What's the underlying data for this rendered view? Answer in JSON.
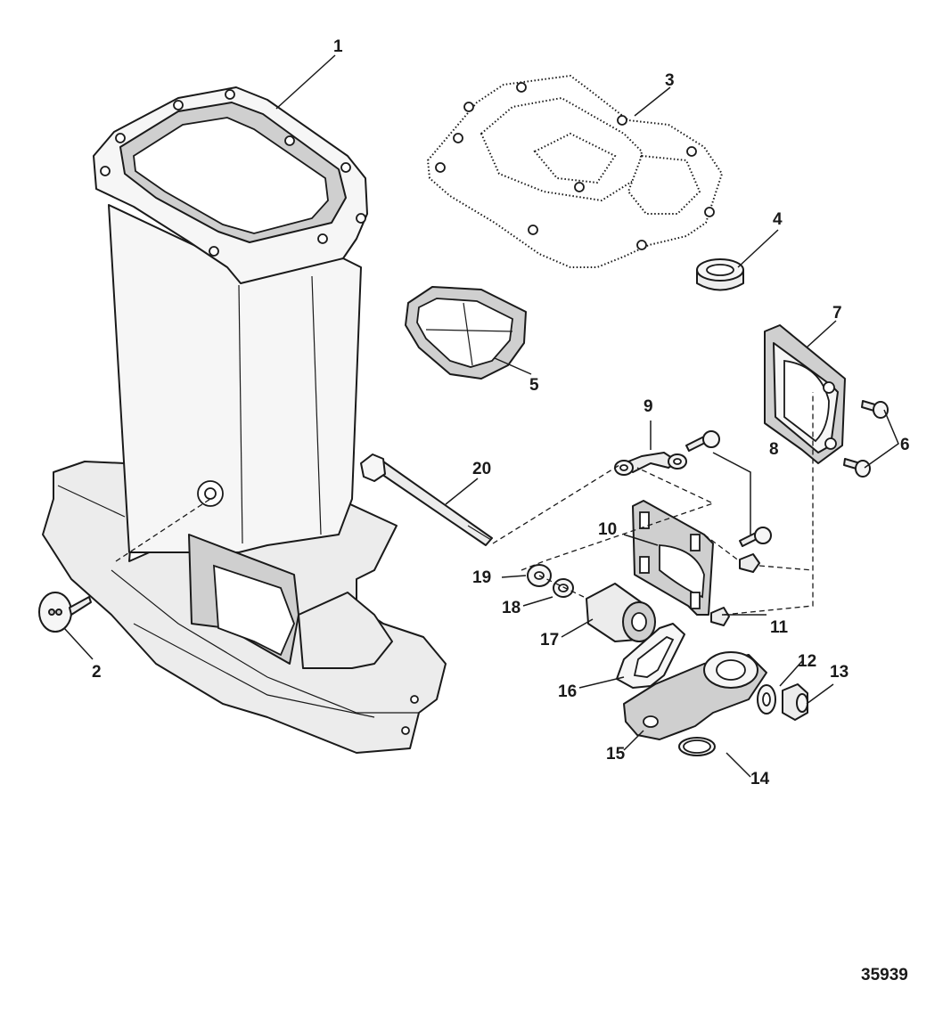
{
  "figure_id": "35939",
  "callouts": [
    {
      "id": "1",
      "label": "1"
    },
    {
      "id": "2",
      "label": "2"
    },
    {
      "id": "3",
      "label": "3"
    },
    {
      "id": "4",
      "label": "4"
    },
    {
      "id": "5",
      "label": "5"
    },
    {
      "id": "6",
      "label": "6"
    },
    {
      "id": "7",
      "label": "7"
    },
    {
      "id": "8",
      "label": "8"
    },
    {
      "id": "9",
      "label": "9"
    },
    {
      "id": "10",
      "label": "10"
    },
    {
      "id": "11",
      "label": "11"
    },
    {
      "id": "12",
      "label": "12"
    },
    {
      "id": "13",
      "label": "13"
    },
    {
      "id": "14",
      "label": "14"
    },
    {
      "id": "15",
      "label": "15"
    },
    {
      "id": "16",
      "label": "16"
    },
    {
      "id": "17",
      "label": "17"
    },
    {
      "id": "18",
      "label": "18"
    },
    {
      "id": "19",
      "label": "19"
    },
    {
      "id": "20",
      "label": "20"
    }
  ]
}
